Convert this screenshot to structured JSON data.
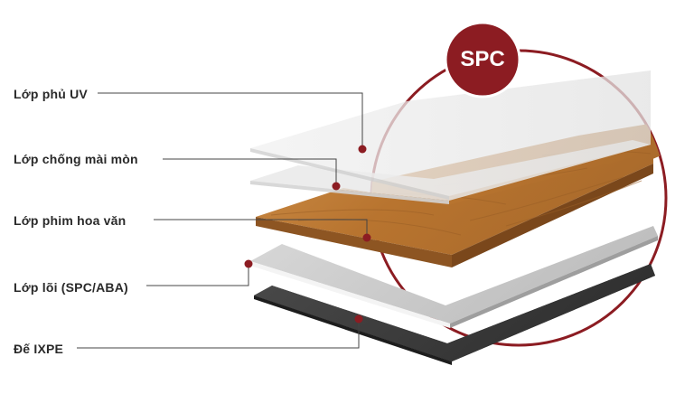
{
  "badge": {
    "text": "SPC",
    "color": "#8c1c22"
  },
  "layers": [
    {
      "key": "uv",
      "label": "Lớp phủ UV"
    },
    {
      "key": "wear",
      "label": "Lớp chống mài mòn"
    },
    {
      "key": "film",
      "label": "Lớp phim hoa văn"
    },
    {
      "key": "core",
      "label": "Lớp lõi (SPC/ABA)"
    },
    {
      "key": "ixpe",
      "label": "Đế IXPE"
    }
  ],
  "colors": {
    "accent": "#8c1c22",
    "wood": "#b8742f",
    "core": "#cfcfcf",
    "ixpe": "#3f3f3f",
    "leader": "#444444"
  }
}
